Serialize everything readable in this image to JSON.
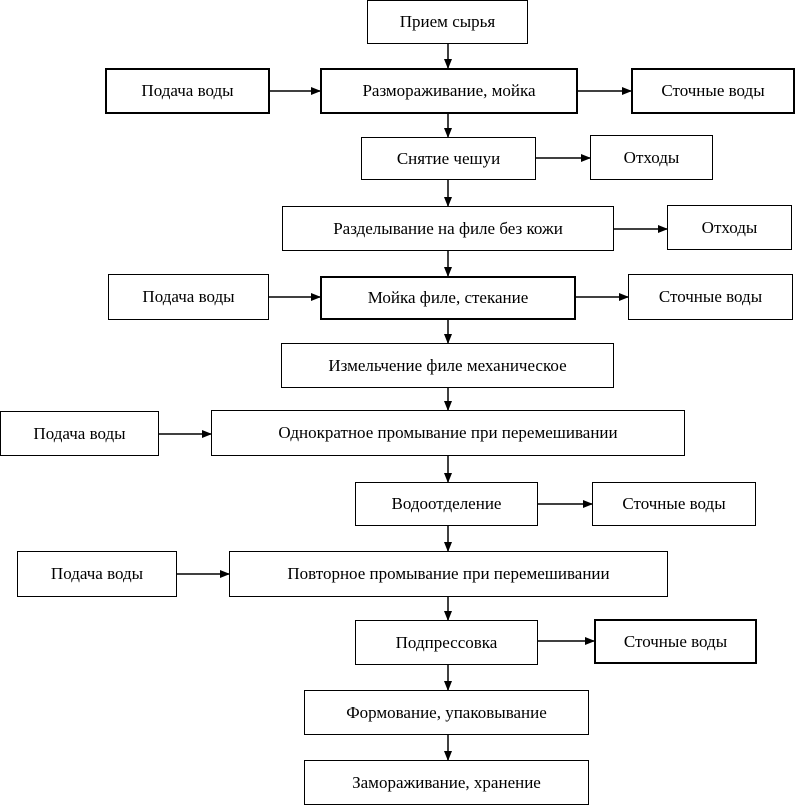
{
  "flowchart": {
    "steps": [
      "Прием сырья",
      "Размораживание, мойка",
      "Снятие чешуи",
      "Разделывание на филе без кожи",
      "Мойка филе, стекание",
      "Измельчение филе механическое",
      "Однократное промывание при перемешивании",
      "Водоотделение",
      "Повторное промывание при перемешивании",
      "Подпрессовка",
      "Формование, упаковывание",
      "Замораживание, хранение"
    ],
    "inputs": {
      "water_1": "Подача воды",
      "water_2": "Подача воды",
      "water_3": "Подача воды",
      "water_4": "Подача воды"
    },
    "outputs": {
      "wastewater_1": "Сточные воды",
      "waste_1": "Отходы",
      "waste_2": "Отходы",
      "wastewater_2": "Сточные воды",
      "wastewater_3": "Сточные воды",
      "wastewater_4": "Сточные воды"
    }
  }
}
